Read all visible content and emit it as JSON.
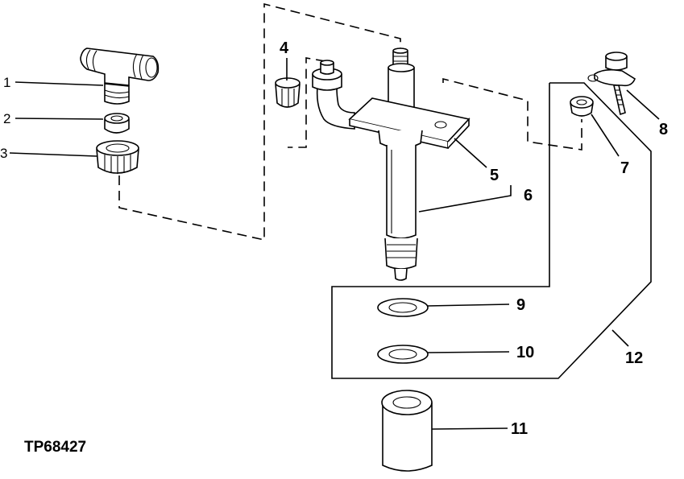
{
  "figure_id": "TP68427",
  "callouts": [
    "1",
    "2",
    "3",
    "4",
    "5",
    "6",
    "7",
    "8",
    "9",
    "10",
    "11",
    "12"
  ]
}
